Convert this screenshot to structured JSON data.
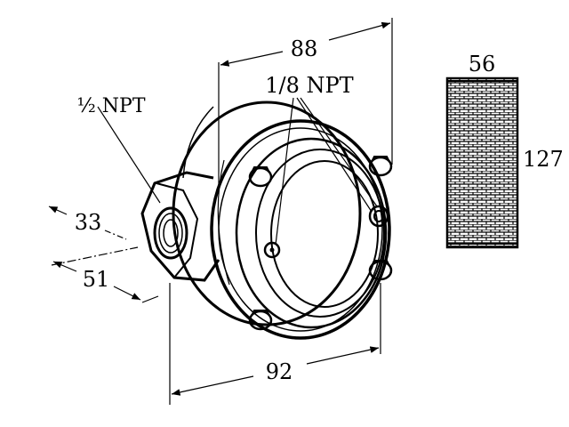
{
  "labels": {
    "width_top": "88",
    "outlet_ports": "1/8 NPT",
    "inlet_port": "½ NPT",
    "offset_a": "33",
    "offset_b": "51",
    "width_bottom": "92",
    "element_width": "56",
    "element_height": "127"
  }
}
